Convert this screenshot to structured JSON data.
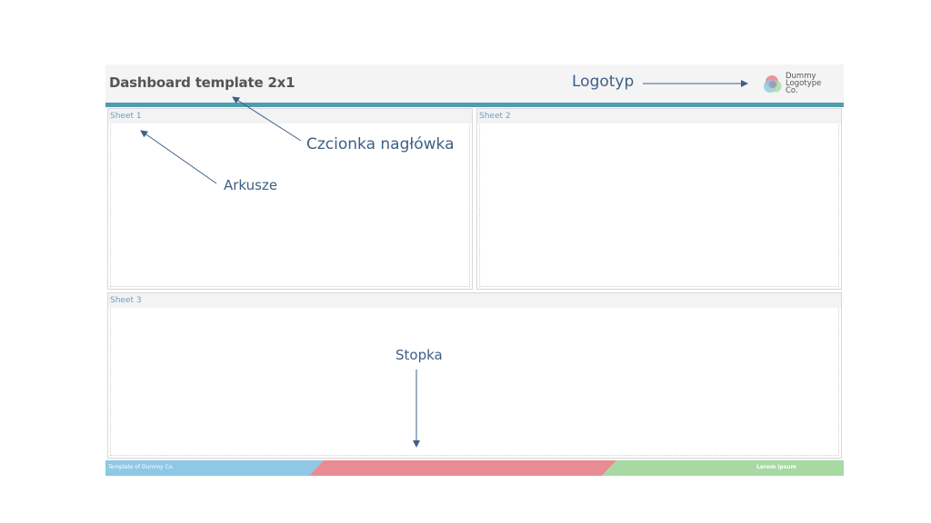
{
  "header": {
    "title": "Dashboard template 2x1",
    "logo_lines": [
      "Dummy",
      "Logotype",
      "Co."
    ]
  },
  "sheets": [
    {
      "label": "Sheet 1"
    },
    {
      "label": "Sheet 2"
    },
    {
      "label": "Sheet 3"
    }
  ],
  "footer": {
    "left_text": "Template of Dummy Co.",
    "right_text": "Lorem ipsum"
  },
  "annotations": {
    "logotyp": "Logotyp",
    "czcionka": "Czcionka nagłówka",
    "arkusze": "Arkusze",
    "stopka": "Stopka"
  },
  "colors": {
    "accent_bar": "#4e9db0",
    "footer_blue": "#8ec8e6",
    "footer_red": "#e98b93",
    "footer_green": "#a7d9a3",
    "annotation": "#3e5f86"
  },
  "icons": [
    "logo-circles-icon",
    "arrow-right-icon",
    "arrow-up-left-icon",
    "arrow-down-icon"
  ]
}
